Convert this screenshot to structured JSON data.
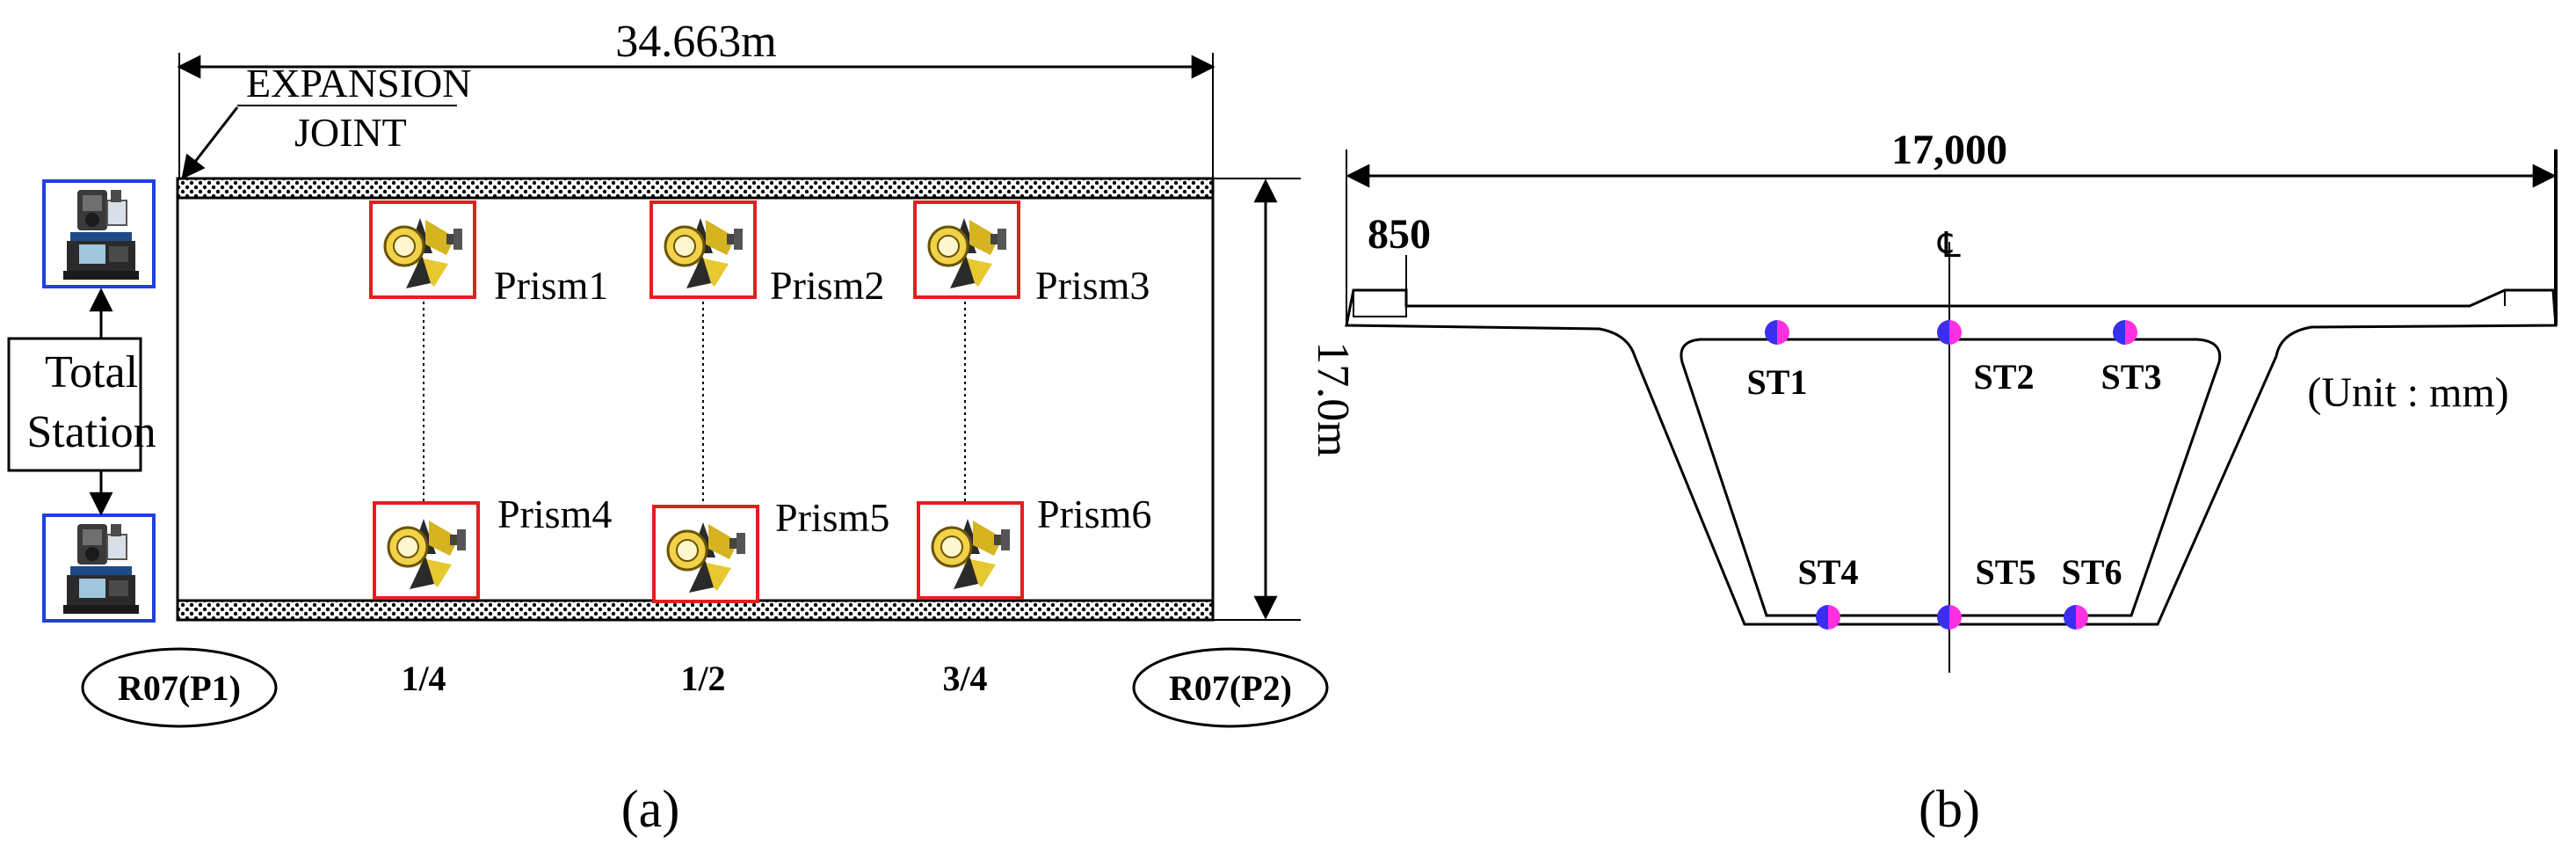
{
  "panel_a": {
    "length_label": "34.663m",
    "width_label": "17.0m",
    "expansion_joint_line1": "EXPANSION",
    "expansion_joint_line2": "JOINT",
    "total_station_line1": "Total",
    "total_station_line2": "Station",
    "prisms": [
      "Prism1",
      "Prism2",
      "Prism3",
      "Prism4",
      "Prism5",
      "Prism6"
    ],
    "positions": [
      "1/4",
      "1/2",
      "3/4"
    ],
    "pier_left": "R07(P1)",
    "pier_right": "R07(P2)",
    "caption": "(a)"
  },
  "panel_b": {
    "width_label": "17,000",
    "edge_label": "850",
    "centerline_symbol": "℄",
    "sensors": [
      "ST1",
      "ST2",
      "ST3",
      "ST4",
      "ST5",
      "ST6"
    ],
    "unit_label": "(Unit : mm)",
    "caption": "(b)"
  },
  "colors": {
    "prism_frame": "#e02020",
    "station_frame": "#2040e0",
    "sensor_blue": "#3a2ff0",
    "sensor_magenta": "#ff30e0"
  },
  "icons": [
    "total-station-icon",
    "prism-icon",
    "sensor-dot-icon"
  ]
}
